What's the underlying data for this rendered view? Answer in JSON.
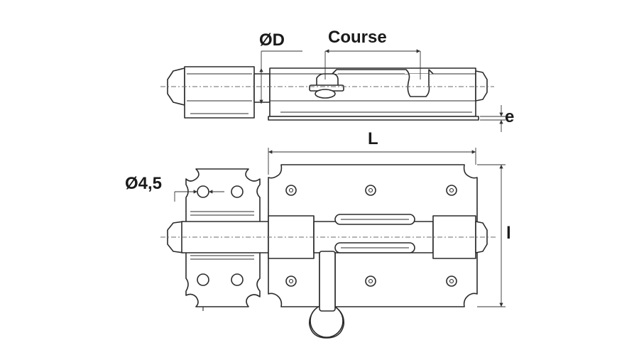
{
  "labels": {
    "diameter_d": "ØD",
    "course": "Course",
    "thickness": "e",
    "length": "L",
    "hole_diameter": "Ø4,5",
    "width": "l"
  }
}
